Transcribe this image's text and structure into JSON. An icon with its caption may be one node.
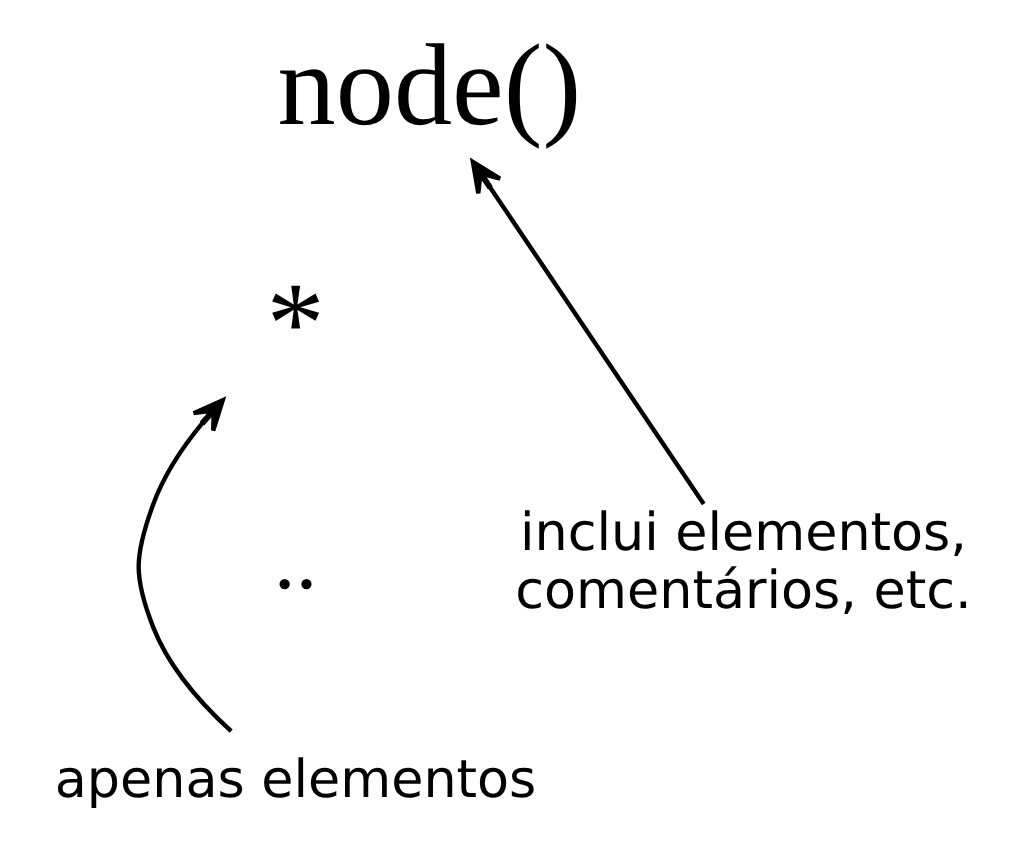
{
  "diagram": {
    "nodes": [
      {
        "text": [
          "node()"
        ]
      },
      {
        "text": [
          "*"
        ]
      },
      {
        "text": [
          "inclui elementos, comentários, etc."
        ]
      },
      {
        "text": [
          "apenas elementos"
        ]
      }
    ],
    "edges": [
      {
        "from": 2,
        "to": 0,
        "arrow": "to"
      },
      {
        "from": 3,
        "to": 1,
        "arrow": "to"
      }
    ],
    "labels": [
      ".."
    ]
  }
}
